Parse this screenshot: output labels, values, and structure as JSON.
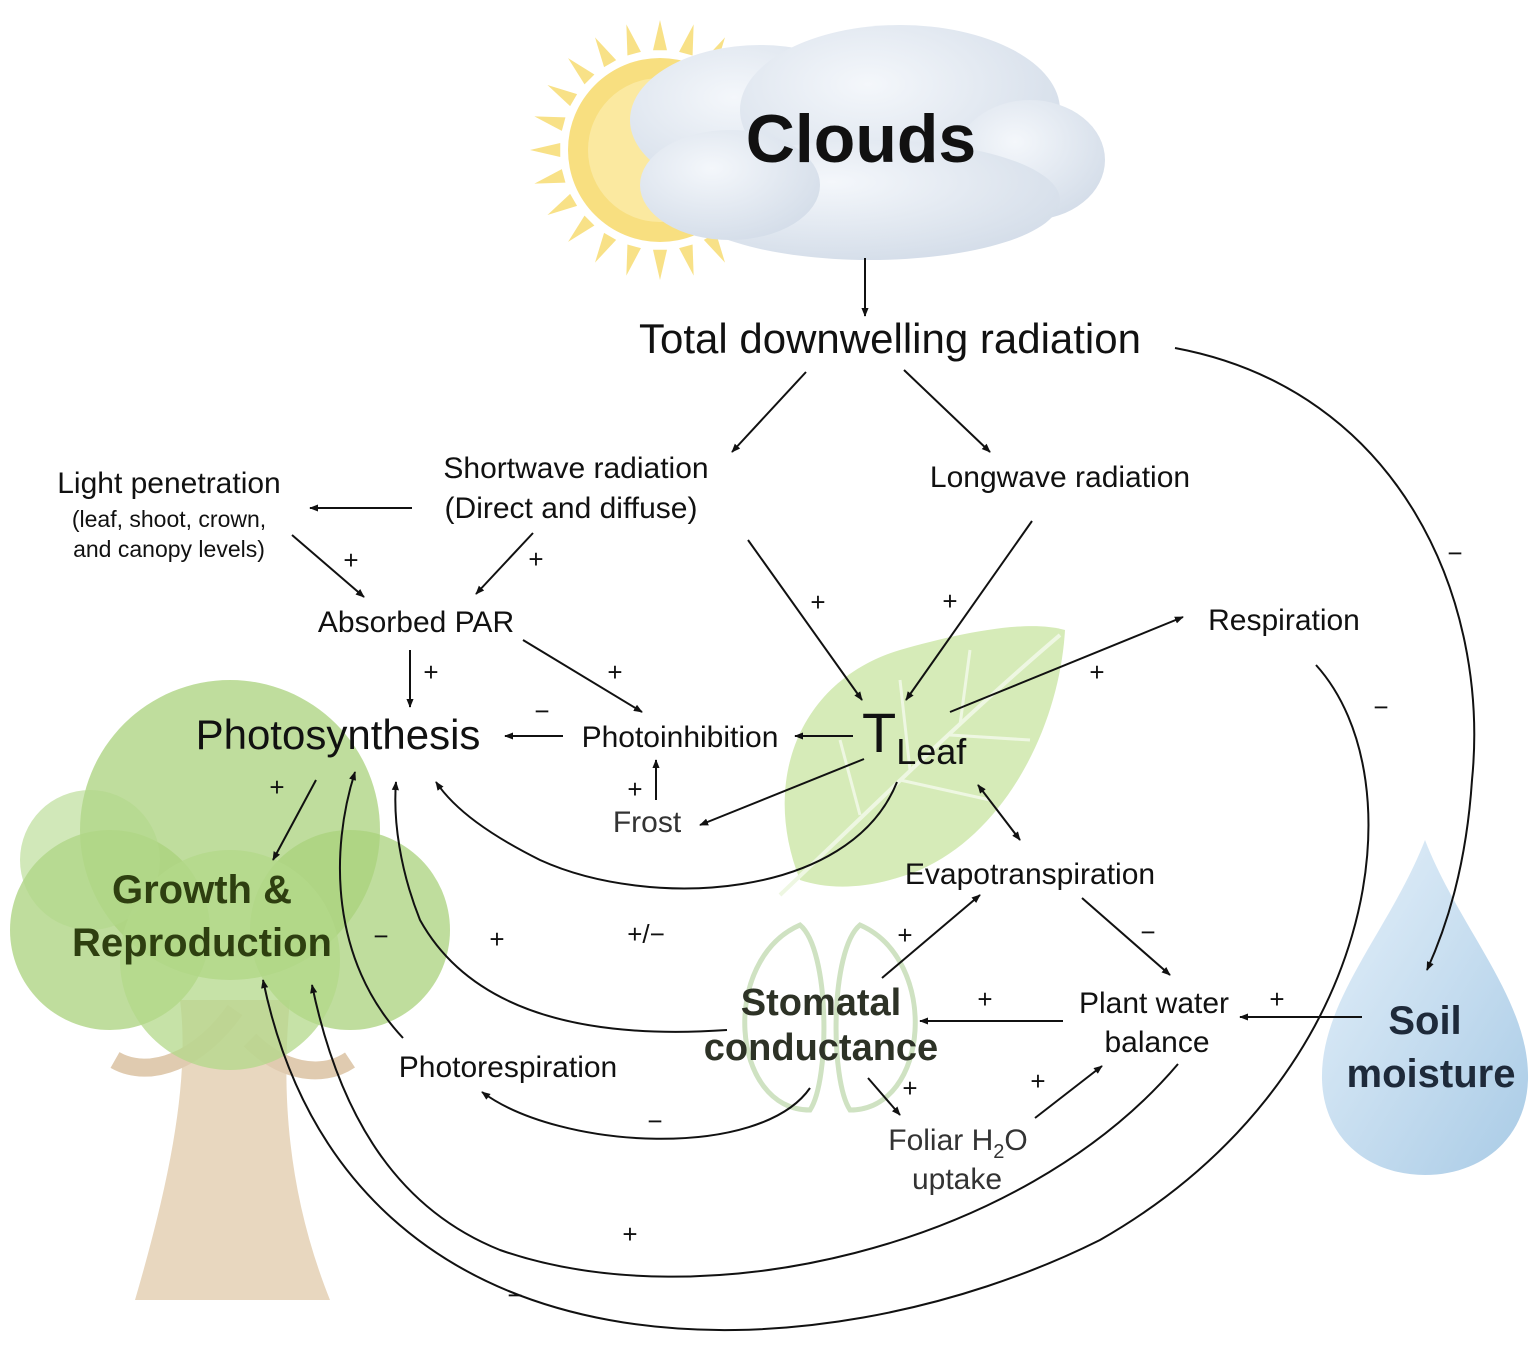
{
  "nodes": {
    "clouds": "Clouds",
    "total_radiation": "Total downwelling radiation",
    "shortwave_line1": "Shortwave radiation",
    "shortwave_line2": "(Direct and diffuse)",
    "longwave": "Longwave radiation",
    "light_penetration": "Light penetration",
    "light_penetration_sub1": "(leaf, shoot, crown,",
    "light_penetration_sub2": "and canopy levels)",
    "absorbed_par": "Absorbed PAR",
    "photosynthesis": "Photosynthesis",
    "photoinhibition": "Photoinhibition",
    "t_leaf_main": "T",
    "t_leaf_sub": "Leaf",
    "respiration": "Respiration",
    "frost": "Frost",
    "evapotranspiration": "Evapotranspiration",
    "growth_line1": "Growth &",
    "growth_line2": "Reproduction",
    "stomatal_line1": "Stomatal",
    "stomatal_line2": "conductance",
    "plant_water_line1": "Plant water",
    "plant_water_line2": "balance",
    "soil_line1": "Soil",
    "soil_line2": "moisture",
    "photorespiration": "Photorespiration",
    "foliar_line1_pre": "Foliar H",
    "foliar_line1_sub": "2",
    "foliar_line1_post": "O",
    "foliar_line2": "uptake"
  },
  "signs": {
    "light_to_par": "+",
    "sw_to_par": "+",
    "sw_to_tleaf": "+",
    "lw_to_tleaf": "+",
    "par_to_photosynthesis": "+",
    "par_to_photoinhibition": "+",
    "photoinhibition_to_photosynthesis": "−",
    "frost_to_photoinhibition": "+",
    "tleaf_to_respiration": "+",
    "radiation_to_soil": "−",
    "respiration_to_growth": "−",
    "photosynthesis_to_growth": "+",
    "photorespiration_to_growth": "−",
    "stomatal_to_photosynthesis": "+",
    "tleaf_to_photosynthesis": "+/−",
    "stomatal_to_evapotranspiration": "+",
    "evapotranspiration_to_water": "−",
    "water_to_stomatal": "+",
    "soil_to_water": "+",
    "stomatal_to_foliar": "+",
    "foliar_to_water": "+",
    "stomatal_to_photorespiration": "−",
    "water_to_growth": "+",
    "soil_to_growth": "−"
  },
  "colors": {
    "cloud": "#dfe6ef",
    "sun": "#f7dc72",
    "leaf": "#d6ebb8",
    "tree_foliage": "#a9d27c",
    "trunk": "#e8d7bf",
    "water_drop": "#c6ddef",
    "growth_text": "#2e3f10",
    "stomatal_text": "#2d3226",
    "soil_text": "#1e2a3a"
  },
  "icons": [
    "sun-icon",
    "cloud-icon",
    "leaf-icon",
    "tree-icon",
    "stomata-icon",
    "water-drop-icon"
  ]
}
